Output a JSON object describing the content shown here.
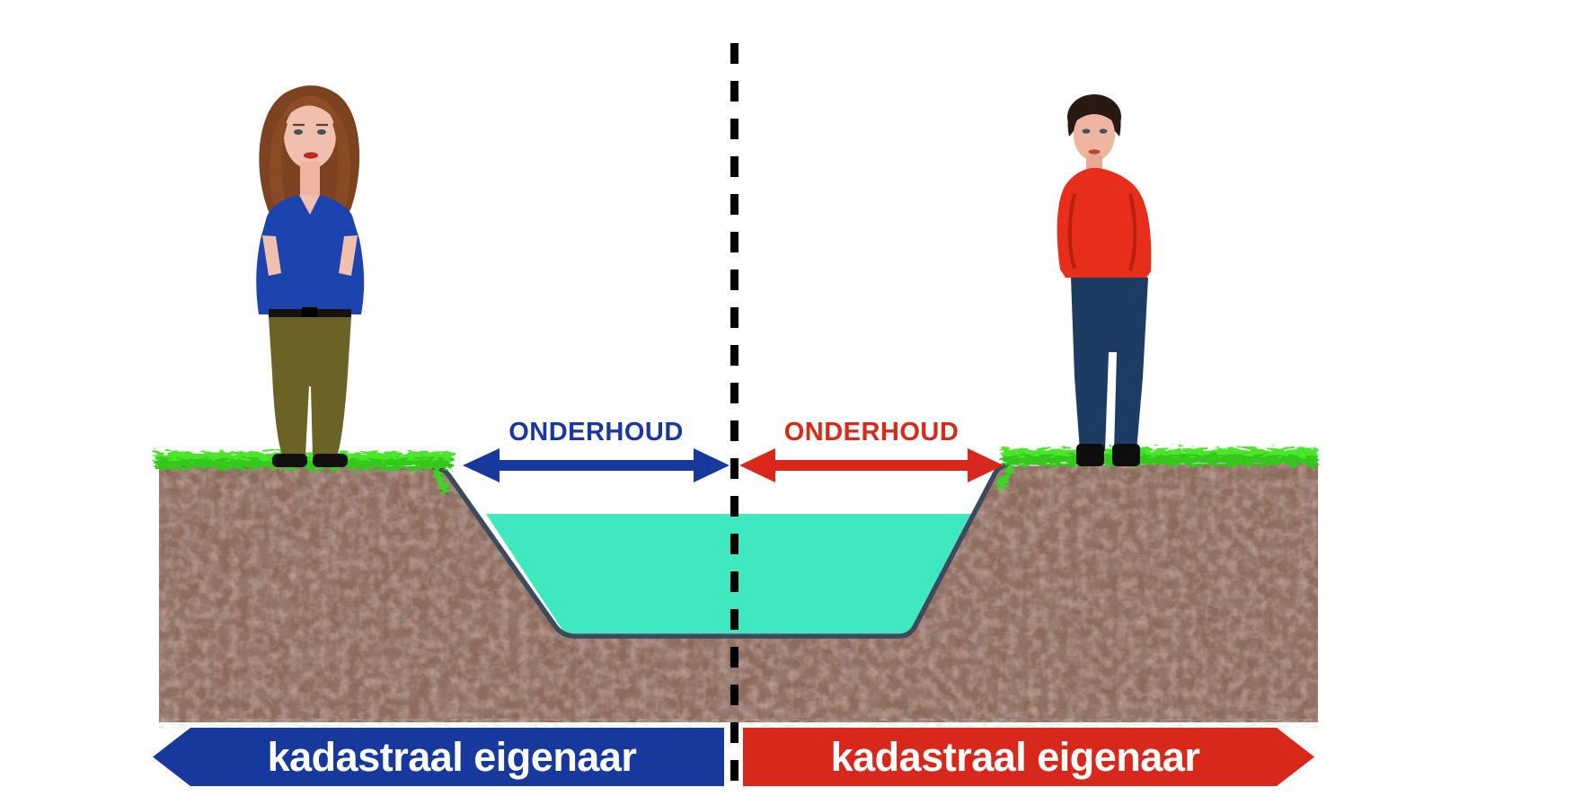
{
  "scene": {
    "left_side": {
      "maintenance_label": "ONDERHOUD",
      "owner_banner_label": "kadastraal eigenaar",
      "accent_color": "#17389d",
      "figure": "woman in blue top and olive trousers"
    },
    "right_side": {
      "maintenance_label": "ONDERHOUD",
      "owner_banner_label": "kadastraal eigenaar",
      "accent_color": "#d8281b",
      "figure": "man in red sweater and navy jeans"
    },
    "boundary": {
      "style": "dashed",
      "color": "#000000"
    },
    "colors": {
      "water": "#40e8c0",
      "grass": "#3cd621",
      "soil": "#8d6a5c",
      "ditch_outline": "#3b4a5c",
      "banner_text": "#ffffff"
    }
  }
}
